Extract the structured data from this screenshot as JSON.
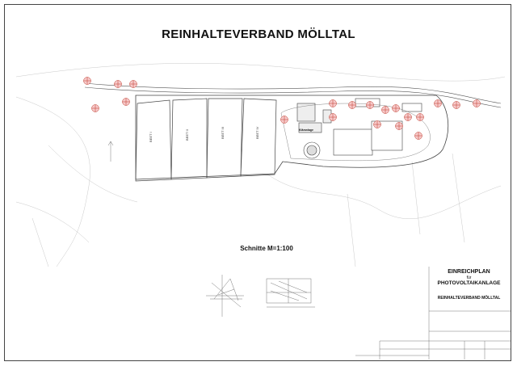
{
  "title": "REINHALTEVERBAND MÖLLTAL",
  "section_title": "Schnitte M=1:100",
  "title_block": {
    "line1": "EINREICHPLAN",
    "line2": "für",
    "line3": "PHOTOVOLTAIKANLAGE",
    "client": "REINHALTEVERBAND MÖLLTAL"
  },
  "map_labels": {
    "plant": "Kläranlage",
    "bed1": "BEET I",
    "bed2": "BEET II",
    "bed3": "BEET III",
    "bed4": "BEET IV"
  },
  "colors": {
    "line": "#555555",
    "light_line": "#999999",
    "marker_fill": "#f6c9c9",
    "marker_stroke": "#c0392b"
  }
}
